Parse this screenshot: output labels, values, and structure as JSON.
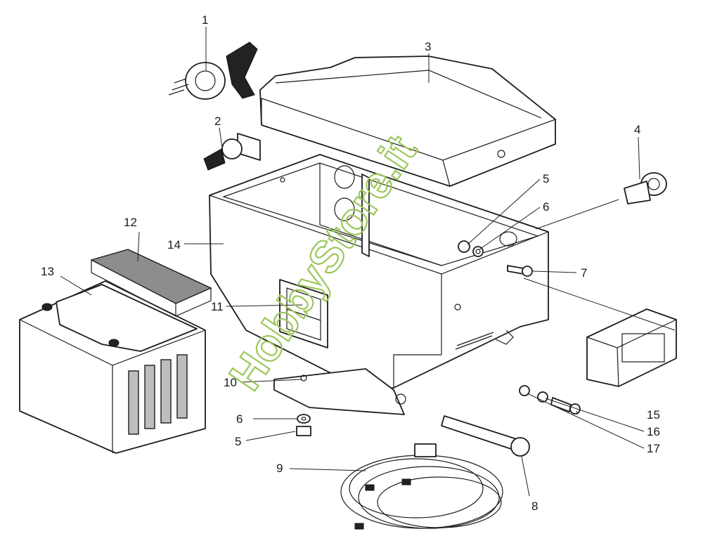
{
  "watermark": "HobbyStore.it",
  "callouts": [
    "1",
    "2",
    "3",
    "4",
    "5",
    "6",
    "7",
    "8",
    "9",
    "10",
    "11",
    "12",
    "13",
    "14",
    "15",
    "16",
    "17",
    "6",
    "5"
  ],
  "colors": {
    "line": "#1c1c1c",
    "watermark": "#9cc75b",
    "battery_window": "#bdbdbd"
  }
}
